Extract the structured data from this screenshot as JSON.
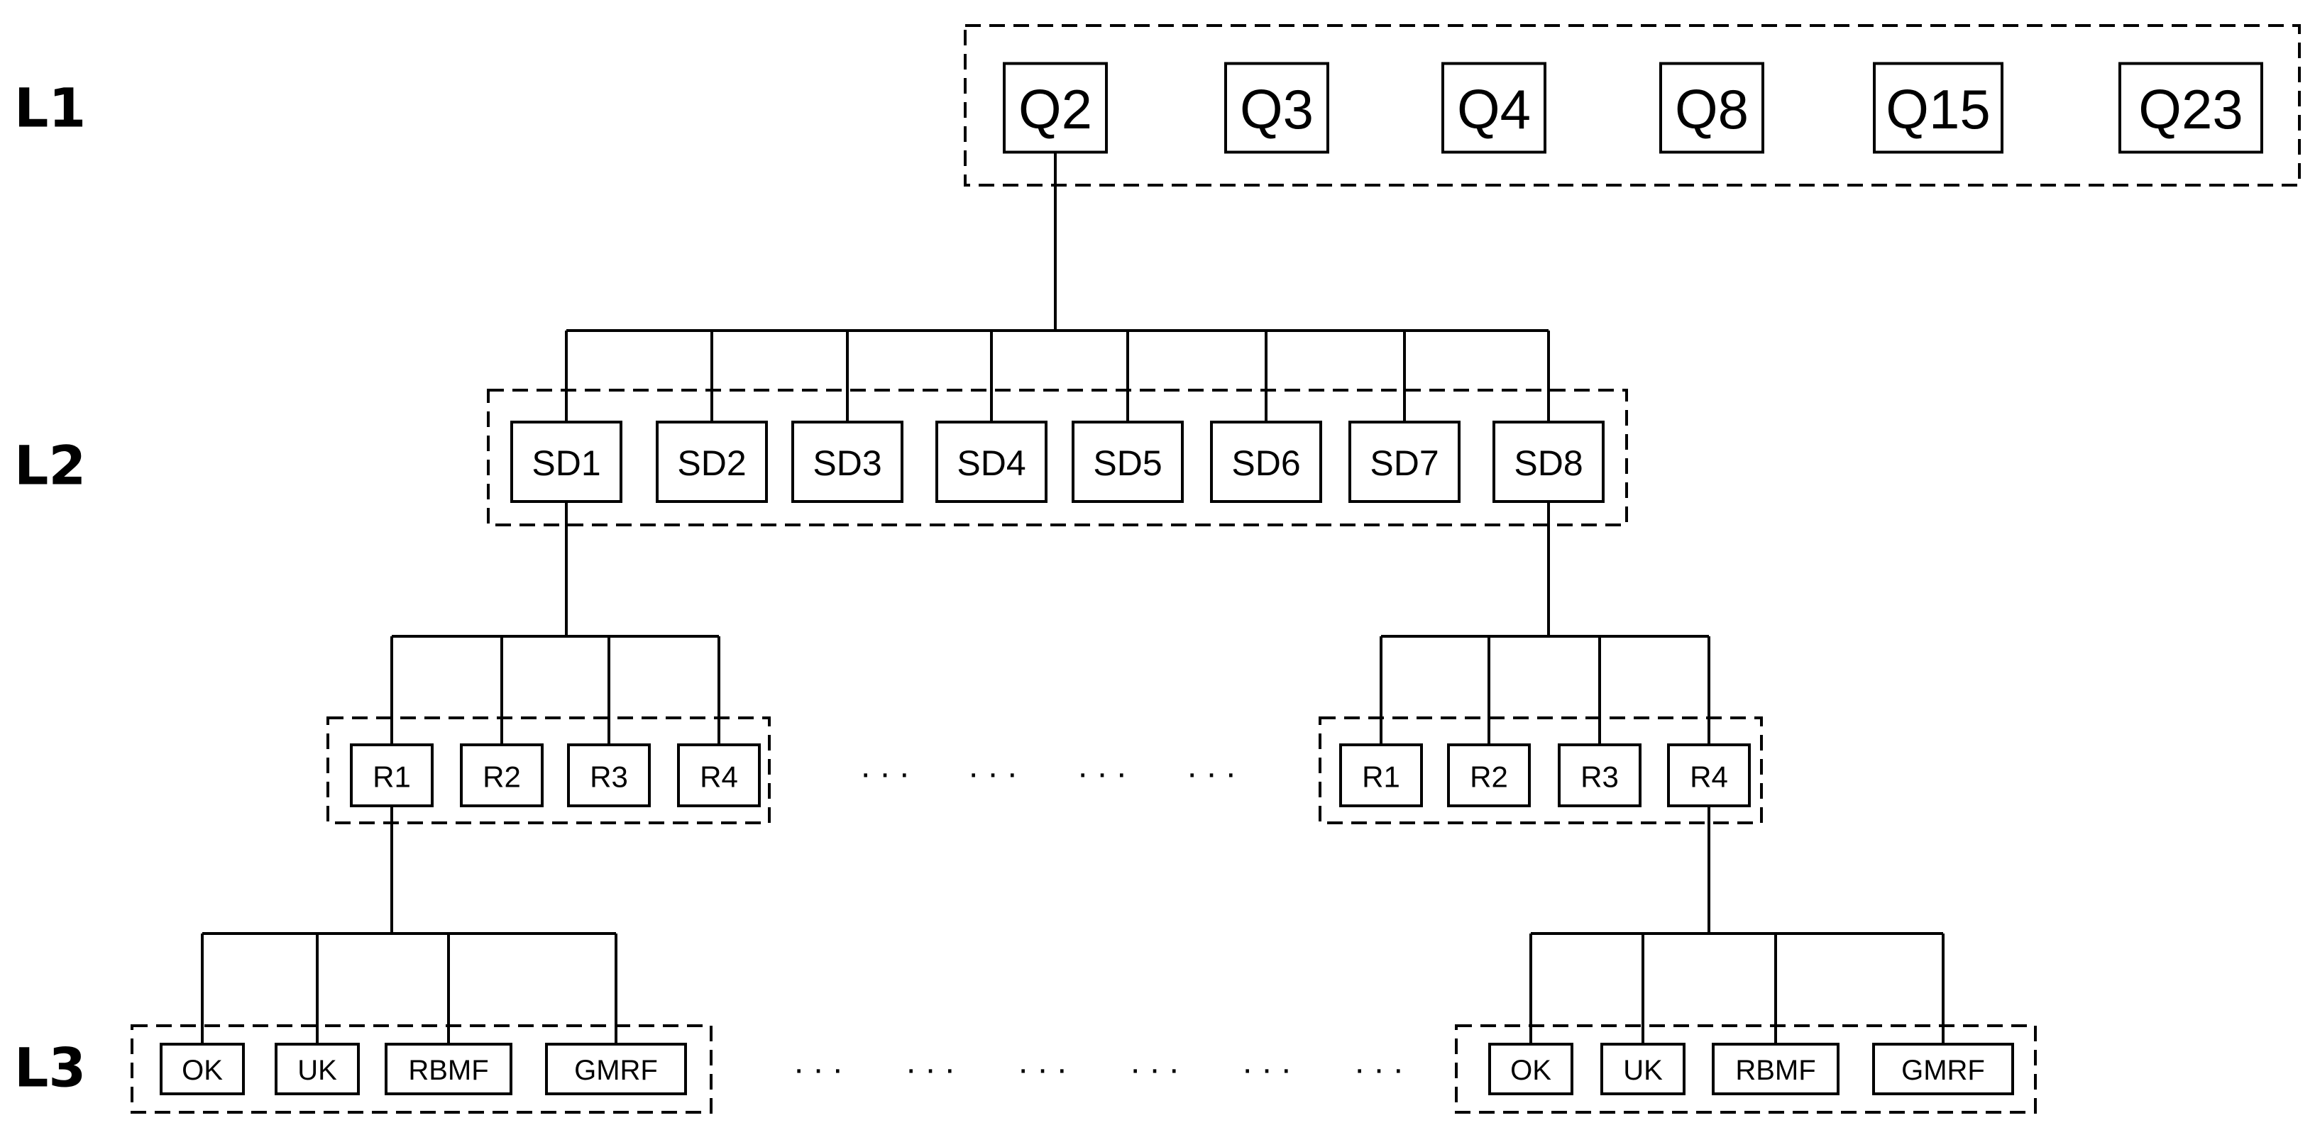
{
  "levels": [
    "L1",
    "L2",
    "L3"
  ],
  "l1_items": [
    "Q2",
    "Q3",
    "Q4",
    "Q8",
    "Q15",
    "Q23"
  ],
  "l2_items": [
    "SD1",
    "SD2",
    "SD3",
    "SD4",
    "SD5",
    "SD6",
    "SD7",
    "SD8"
  ],
  "r_items": [
    "R1",
    "R2",
    "R3",
    "R4"
  ],
  "l3_items": [
    "OK",
    "UK",
    "RBMF",
    "GMRF"
  ],
  "ellipsis": "..."
}
